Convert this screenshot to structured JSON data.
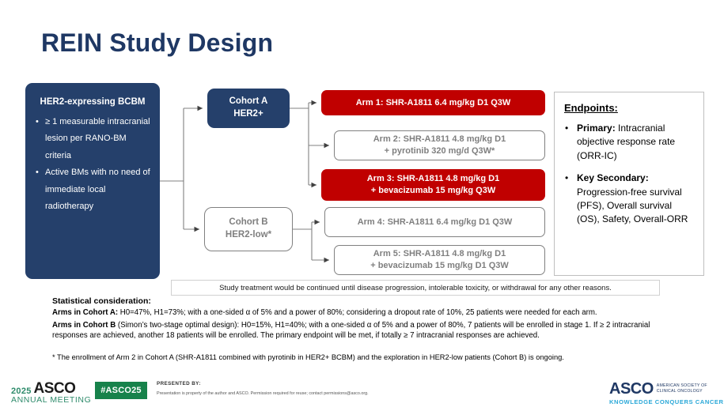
{
  "slide": {
    "title": "REIN Study Design"
  },
  "population": {
    "title": "HER2-expressing BCBM",
    "criteria": [
      "≥ 1 measurable intracranial lesion per RANO-BM criteria",
      "Active BMs with no need of immediate local radiotherapy"
    ]
  },
  "cohorts": [
    {
      "name": "Cohort A",
      "subtype": "HER2+"
    },
    {
      "name": "Cohort B",
      "subtype": "HER2-low*"
    }
  ],
  "arms": [
    {
      "id": "arm1",
      "line1": "Arm 1: SHR-A1811 6.4 mg/kg D1 Q3W",
      "line2": "",
      "highlighted": true
    },
    {
      "id": "arm2",
      "line1": "Arm 2: SHR-A1811 4.8 mg/kg D1",
      "line2": "+ pyrotinib 320 mg/d Q3W*",
      "highlighted": false
    },
    {
      "id": "arm3",
      "line1": "Arm 3: SHR-A1811 4.8 mg/kg D1",
      "line2": "+ bevacizumab 15 mg/kg Q3W",
      "highlighted": true
    },
    {
      "id": "arm4",
      "line1": "Arm 4: SHR-A1811 6.4 mg/kg D1 Q3W",
      "line2": "",
      "highlighted": false
    },
    {
      "id": "arm5",
      "line1": "Arm 5: SHR-A1811 4.8 mg/kg D1",
      "line2": "+ bevacizumab 15 mg/kg D1 Q3W",
      "highlighted": false
    }
  ],
  "endpoints": {
    "heading": "Endpoints:",
    "items": [
      {
        "label": "Primary:",
        "text": " Intracranial objective response rate (ORR-IC)"
      },
      {
        "label": "Key Secondary:",
        "text": " Progression-free survival (PFS), Overall survival (OS), Safety, Overall-ORR"
      }
    ]
  },
  "treatment_note": "Study treatment would be continued until disease progression, intolerable toxicity, or withdrawal for any other reasons.",
  "statistics": {
    "heading": "Statistical consideration:",
    "cohort_a_label": "Arms in Cohort A:",
    "cohort_a_text": " H0=47%, H1=73%; with a one-sided α of 5% and a power of 80%; considering a dropout rate of 10%, 25 patients were needed for each arm.",
    "cohort_b_label": "Arms in Cohort B",
    "cohort_b_text": " (Simon’s two-stage optimal design): H0=15%, H1=40%; with a one-sided α of 5% and a power of 80%, 7 patients will be enrolled in stage 1. If ≥ 2 intracranial responses are achieved, another 18 patients will be enrolled. The primary endpoint will be met, if totally ≥ 7 intracranial responses are achieved."
  },
  "footnote": "* The enrollment of Arm 2 in Cohort A (SHR-A1811 combined with pyrotinib in HER2+ BCBM) and the exploration in HER2-low patients (Cohort B) is ongoing.",
  "footer": {
    "asco_year": "2025",
    "asco_word": "ASCO",
    "asco_meeting": "ANNUAL MEETING",
    "hashtag": "#ASCO25",
    "presented_by": "PRESENTED BY:",
    "permission": "Presentation is property of the author and ASCO. Permission required for reuse; contact permissions@asco.org.",
    "logo_word": "ASCO",
    "logo_sub_line1": "AMERICAN SOCIETY OF",
    "logo_sub_line2": "CLINICAL ONCOLOGY",
    "logo_tagline": "KNOWLEDGE CONQUERS CANCER"
  },
  "colors": {
    "navy": "#25406B",
    "red": "#C00000",
    "title_blue": "#1F3864",
    "gray_text": "#7F7F7F",
    "green": "#17824B",
    "cyan": "#2AA8D8"
  }
}
